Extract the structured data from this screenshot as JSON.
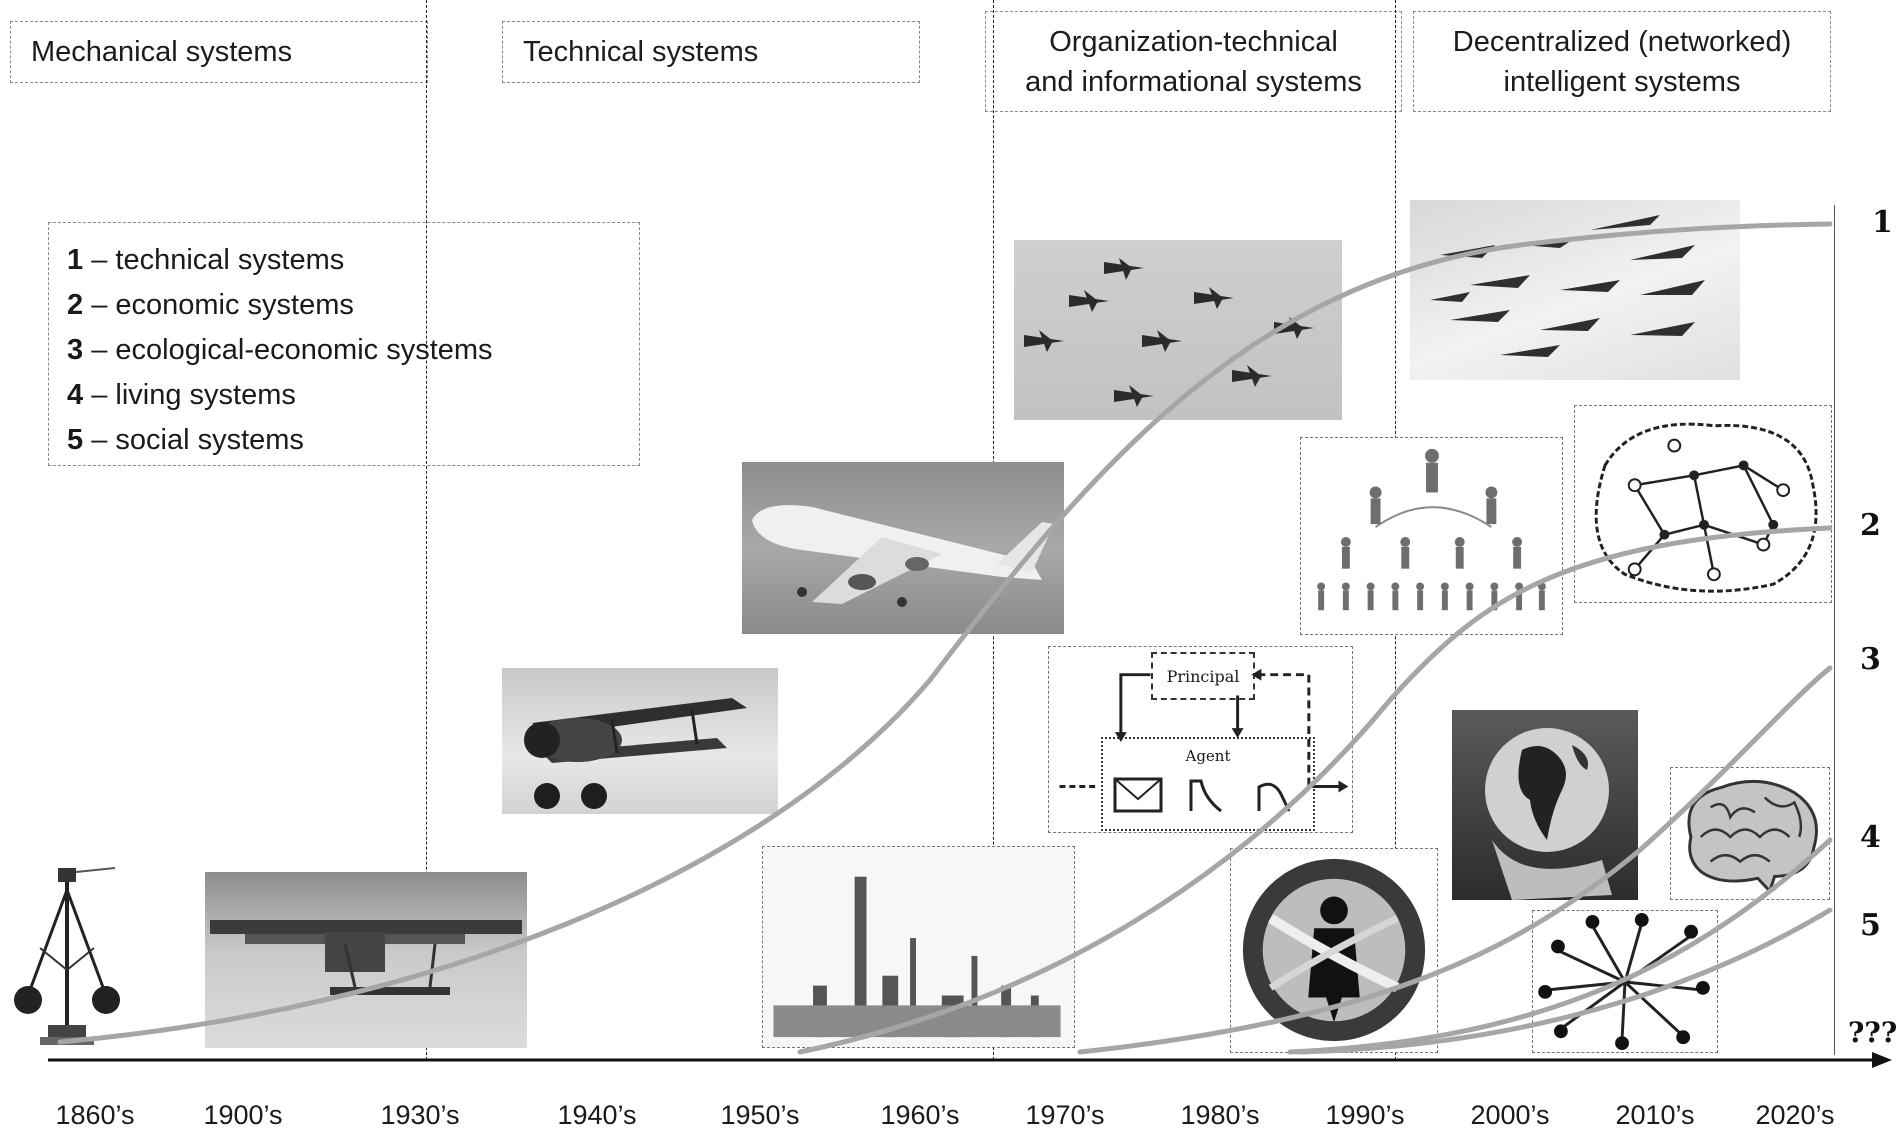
{
  "eras": [
    {
      "label": "Mechanical systems"
    },
    {
      "label": "Technical systems"
    },
    {
      "label": "Organization-technical\nand informational systems"
    },
    {
      "label": "Decentralized (networked)\nintelligent systems"
    }
  ],
  "legend": [
    {
      "num": "1",
      "text": "– technical systems"
    },
    {
      "num": "2",
      "text": "– economic systems"
    },
    {
      "num": "3",
      "text": "– ecological-economic systems"
    },
    {
      "num": "4",
      "text": "– living systems"
    },
    {
      "num": "5",
      "text": "– social systems"
    }
  ],
  "timeline": [
    "1860’s",
    "1900’s",
    "1930’s",
    "1940’s",
    "1950’s",
    "1960’s",
    "1970’s",
    "1980’s",
    "1990’s",
    "2000’s",
    "2010’s",
    "2020’s"
  ],
  "curve_labels": [
    "1",
    "2",
    "3",
    "4",
    "5"
  ],
  "future_label": "???",
  "diagram_labels": {
    "principal": "Principal",
    "agent": "Agent"
  },
  "images": [
    {
      "name": "centrifugal-governor-icon"
    },
    {
      "name": "early-monoplane-photo"
    },
    {
      "name": "biplane-photo"
    },
    {
      "name": "jumbo-jet-photo"
    },
    {
      "name": "jet-formation-photo"
    },
    {
      "name": "drone-swarm-photo"
    },
    {
      "name": "oil-refinery-photo"
    },
    {
      "name": "principal-agent-diagram"
    },
    {
      "name": "organization-hierarchy-icon"
    },
    {
      "name": "network-graph-icon"
    },
    {
      "name": "dna-human-emblem-icon"
    },
    {
      "name": "globe-in-hand-photo"
    },
    {
      "name": "brain-icon"
    },
    {
      "name": "people-network-icon"
    }
  ],
  "colors": {
    "curve": "#a6a6a6",
    "axis": "#111111",
    "dashed_border": "#8a8a8a",
    "background": "#ffffff"
  }
}
